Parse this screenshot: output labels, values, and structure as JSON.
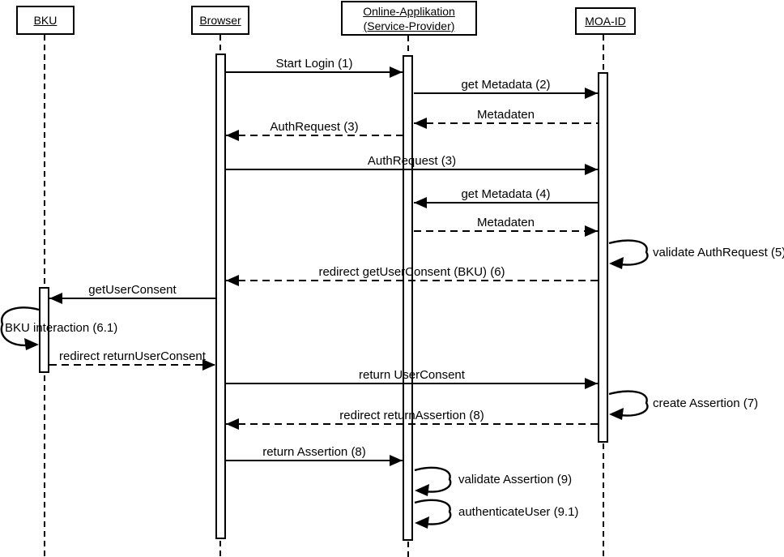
{
  "diagram": {
    "type": "uml-sequence-diagram",
    "colors": {
      "line": "#000000",
      "background": "#ffffff"
    },
    "actors": [
      {
        "id": "bku",
        "label": "BKU"
      },
      {
        "id": "browser",
        "label": "Browser"
      },
      {
        "id": "online-applikation",
        "label": "Online-Applikation (Service-Provider)"
      },
      {
        "id": "moa-id",
        "label": "MOA-ID"
      }
    ],
    "messages": [
      {
        "label": "Start Login (1)",
        "from": "Browser",
        "to": "Online-Applikation (Service-Provider)",
        "style": "solid"
      },
      {
        "label": "get Metadata (2)",
        "from": "Online-Applikation (Service-Provider)",
        "to": "MOA-ID",
        "style": "solid"
      },
      {
        "label": "Metadaten",
        "from": "MOA-ID",
        "to": "Online-Applikation (Service-Provider)",
        "style": "dashed"
      },
      {
        "label": "AuthRequest (3)",
        "from": "Online-Applikation (Service-Provider)",
        "to": "Browser",
        "style": "dashed"
      },
      {
        "label": "AuthRequest (3)",
        "from": "Browser",
        "to": "MOA-ID",
        "style": "solid"
      },
      {
        "label": "get Metadata (4)",
        "from": "MOA-ID",
        "to": "Online-Applikation (Service-Provider)",
        "style": "solid"
      },
      {
        "label": "Metadaten",
        "from": "Online-Applikation (Service-Provider)",
        "to": "MOA-ID",
        "style": "dashed"
      },
      {
        "label": "validate AuthRequest (5)",
        "from": "MOA-ID",
        "to": "MOA-ID",
        "style": "self"
      },
      {
        "label": "redirect getUserConsent (BKU) (6)",
        "from": "MOA-ID",
        "to": "Browser",
        "style": "dashed"
      },
      {
        "label": "getUserConsent",
        "from": "Browser",
        "to": "BKU",
        "style": "solid"
      },
      {
        "label": "BKU interaction (6.1)",
        "from": "BKU",
        "to": "BKU",
        "style": "self"
      },
      {
        "label": "redirect returnUserConsent",
        "from": "BKU",
        "to": "Browser",
        "style": "dashed"
      },
      {
        "label": "return UserConsent",
        "from": "Browser",
        "to": "MOA-ID",
        "style": "solid"
      },
      {
        "label": "create Assertion (7)",
        "from": "MOA-ID",
        "to": "MOA-ID",
        "style": "self"
      },
      {
        "label": "redirect returnAssertion (8)",
        "from": "MOA-ID",
        "to": "Browser",
        "style": "dashed"
      },
      {
        "label": "return Assertion (8)",
        "from": "Browser",
        "to": "Online-Applikation (Service-Provider)",
        "style": "solid"
      },
      {
        "label": "validate Assertion (9)",
        "from": "Online-Applikation (Service-Provider)",
        "to": "Online-Applikation (Service-Provider)",
        "style": "self"
      },
      {
        "label": "authenticateUser (9.1)",
        "from": "Online-Applikation (Service-Provider)",
        "to": "Online-Applikation (Service-Provider)",
        "style": "self"
      }
    ]
  }
}
